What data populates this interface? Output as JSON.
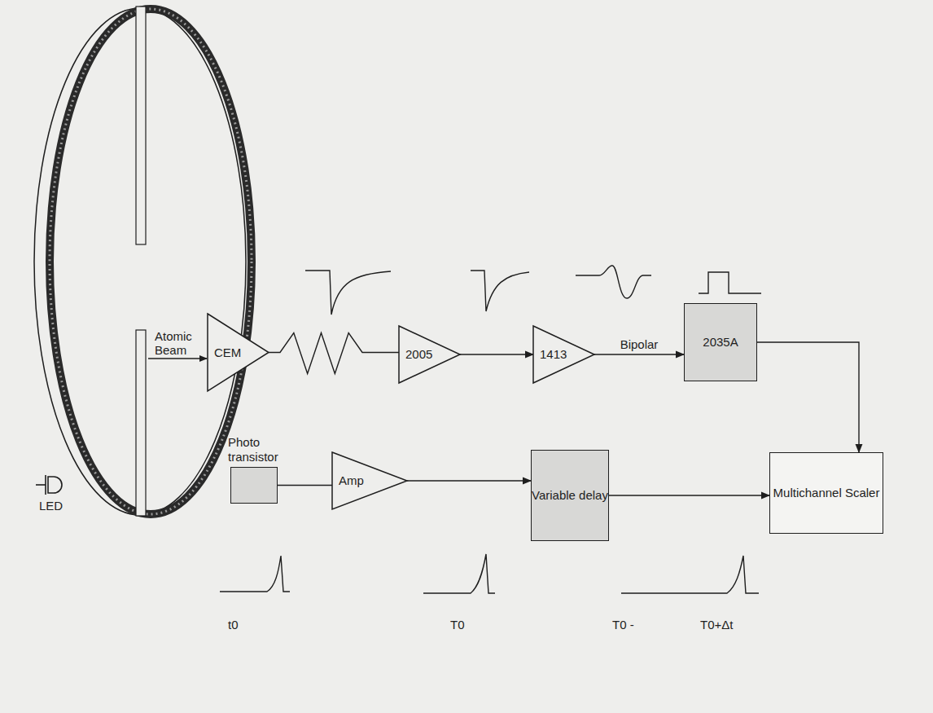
{
  "diagram": {
    "nodes": [
      {
        "text": [
          "CEM"
        ]
      },
      {
        "text": [
          "2005"
        ]
      },
      {
        "text": [
          "1413"
        ]
      },
      {
        "text": [
          "2035A"
        ]
      },
      {
        "text": [
          "Photo transistor"
        ]
      },
      {
        "text": [
          "Amp"
        ]
      },
      {
        "text": [
          "Variable delay"
        ]
      },
      {
        "text": [
          "Multichannel Scaler"
        ]
      }
    ],
    "edges": [
      {
        "from": 0,
        "to": 1,
        "arrow": "none"
      },
      {
        "from": 1,
        "to": 2,
        "arrow": "to"
      },
      {
        "from": 2,
        "to": 3,
        "label": "Bipolar",
        "arrow": "to"
      },
      {
        "from": 3,
        "to": 7,
        "arrow": "to"
      },
      {
        "from": 4,
        "to": 5,
        "arrow": "none"
      },
      {
        "from": 5,
        "to": 6,
        "arrow": "to"
      },
      {
        "from": 6,
        "to": 7,
        "arrow": "to"
      }
    ],
    "labels": [
      "Atomic Beam",
      "LED",
      "t0",
      "T0",
      "T0 -",
      "T0+Δt"
    ]
  }
}
